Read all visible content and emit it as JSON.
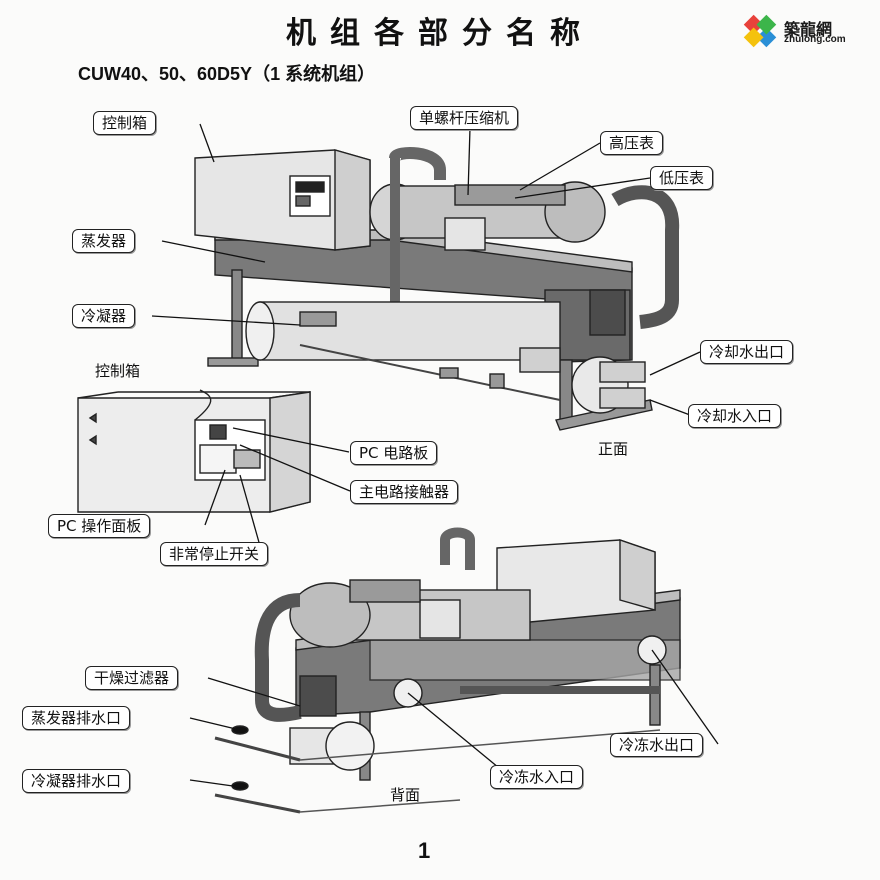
{
  "header": {
    "title": "机组各部分名称",
    "subtitle": "CUW40、50、60D5Y（1 系统机组）",
    "logo_cn": "築龍網",
    "logo_en": "zhulong.com"
  },
  "labels": {
    "control_box_top": "控制箱",
    "screw_compressor": "单螺杆压缩机",
    "high_pressure_gauge": "高压表",
    "low_pressure_gauge": "低压表",
    "evaporator": "蒸发器",
    "condenser": "冷凝器",
    "cooling_water_outlet": "冷却水出口",
    "cooling_water_inlet": "冷却水入口",
    "front_view": "正面",
    "control_box_detail": "控制箱",
    "pc_board": "PC 电路板",
    "main_contactor": "主电路接触器",
    "pc_panel": "PC 操作面板",
    "emergency_stop": "非常停止开关",
    "dryer_filter": "干燥过滤器",
    "evaporator_drain": "蒸发器排水口",
    "condenser_drain": "冷凝器排水口",
    "chilled_water_outlet": "冷冻水出口",
    "chilled_water_inlet": "冷冻水入口",
    "back_view": "背面"
  },
  "page_number": "1",
  "colors": {
    "frame": "#6e6e6e",
    "body": "#d9d9d9",
    "pipe": "#8a8a8a",
    "ink": "#222222"
  }
}
